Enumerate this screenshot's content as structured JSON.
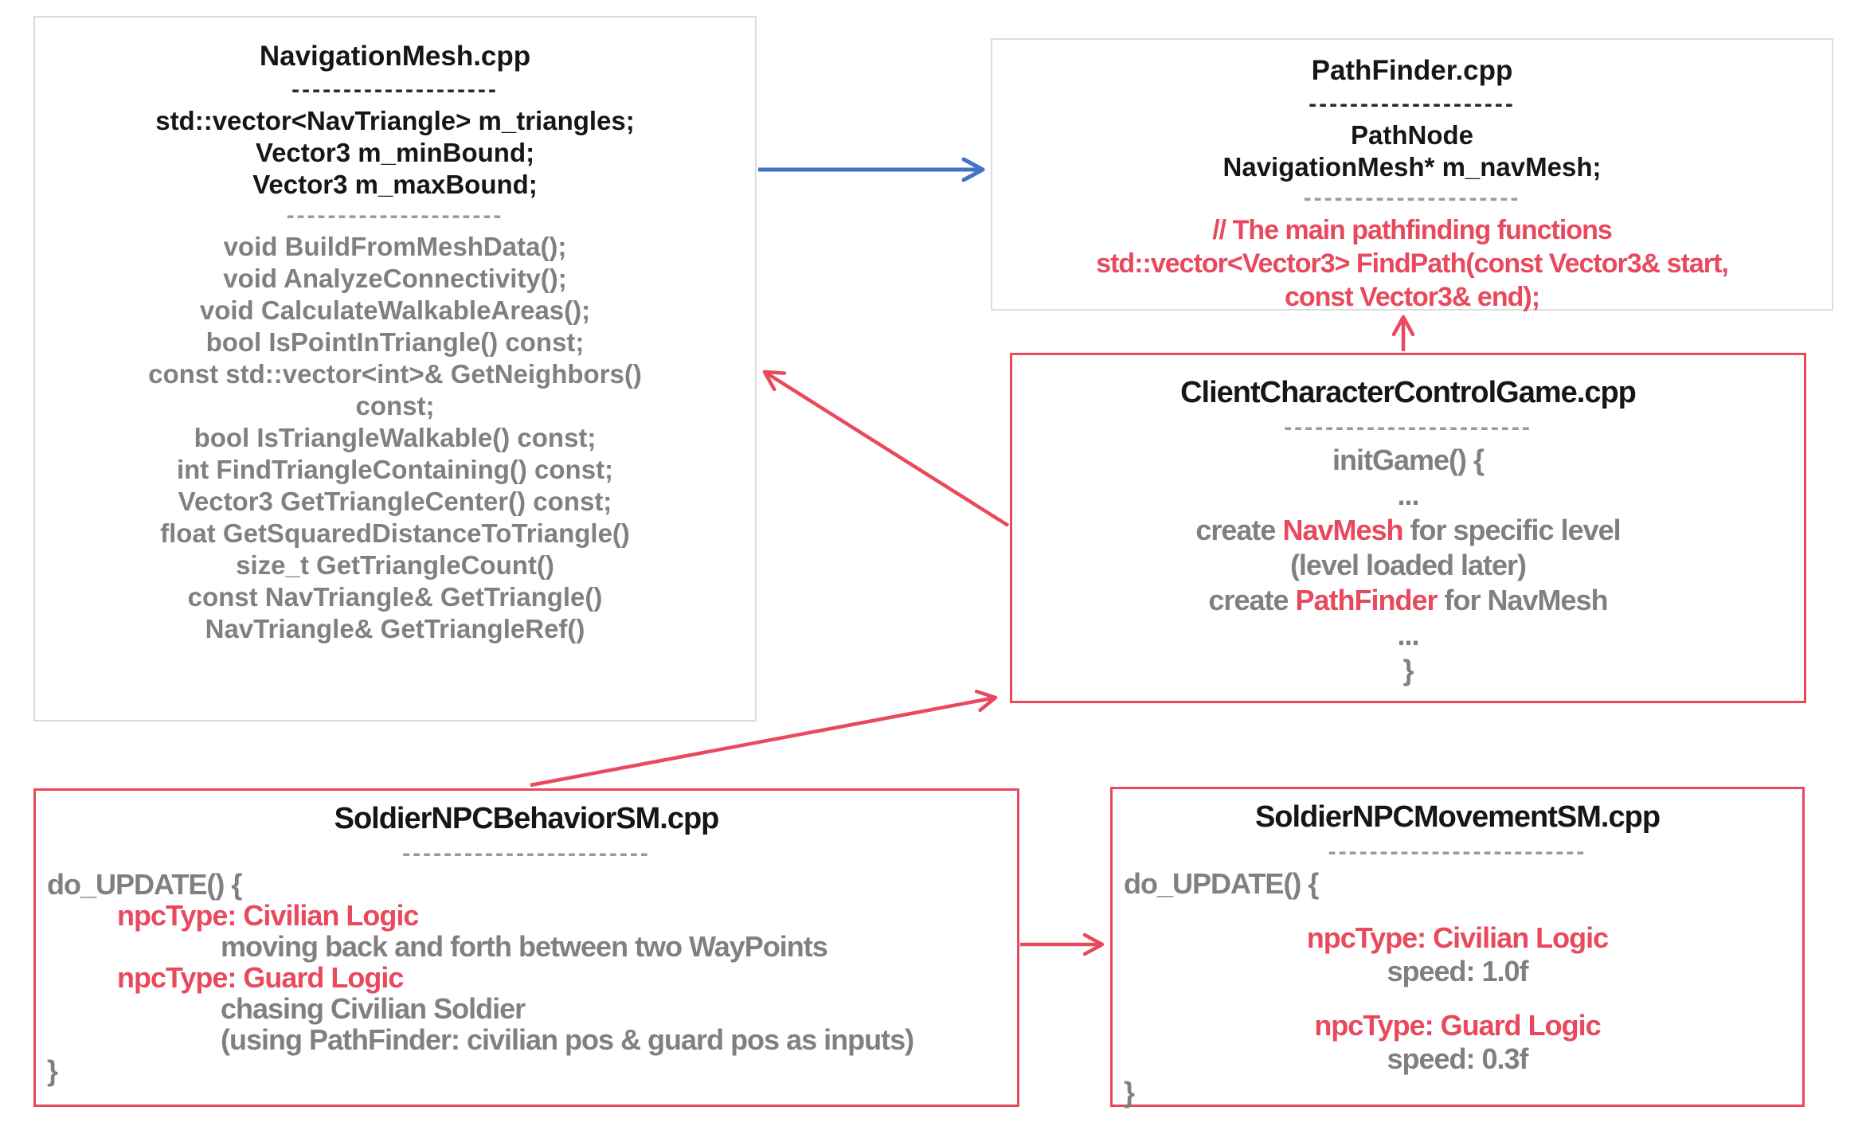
{
  "colors": {
    "accent_red": "#E8495C",
    "accent_blue": "#4472C4",
    "gray_text": "#808080",
    "black_text": "#161616",
    "gray_border": "#DCDCDC"
  },
  "boxes": {
    "navigation_mesh": {
      "title": "NavigationMesh.cpp",
      "title_divider": "--------------------",
      "members": [
        "std::vector<NavTriangle> m_triangles;",
        "Vector3 m_minBound;",
        "Vector3 m_maxBound;"
      ],
      "section_divider": "---------------------",
      "methods": [
        "void BuildFromMeshData();",
        "void AnalyzeConnectivity();",
        "void CalculateWalkableAreas();",
        "bool IsPointInTriangle() const;",
        "const std::vector<int>& GetNeighbors()",
        "const;",
        "bool IsTriangleWalkable() const;",
        "int FindTriangleContaining() const;",
        "Vector3 GetTriangleCenter() const;",
        "float GetSquaredDistanceToTriangle()",
        "size_t GetTriangleCount()",
        "const NavTriangle& GetTriangle()",
        "NavTriangle& GetTriangleRef()"
      ]
    },
    "path_finder": {
      "title": "PathFinder.cpp",
      "title_divider": "--------------------",
      "members": [
        "PathNode",
        "NavigationMesh* m_navMesh;"
      ],
      "section_divider": "---------------------",
      "red_lines": [
        "// The main pathfinding functions",
        "std::vector<Vector3> FindPath(const Vector3& start,",
        "const Vector3& end);"
      ]
    },
    "client_game": {
      "title": "ClientCharacterControlGame.cpp",
      "title_divider": "------------------------",
      "line_initgame": "initGame() {",
      "ellipsis1": "...",
      "create_navmesh": {
        "prefix": "create ",
        "highlight": "NavMesh",
        "suffix": " for specific level"
      },
      "line_level": "(level loaded later)",
      "create_pathfinder": {
        "prefix": "create ",
        "highlight": "PathFinder",
        "suffix": " for NavMesh"
      },
      "ellipsis2": "...",
      "closing_brace": "}"
    },
    "behavior_sm": {
      "title": "SoldierNPCBehaviorSM.cpp",
      "title_divider": "------------------------",
      "line_do_update": "do_UPDATE() {",
      "civilian_label": "npcType: Civilian Logic",
      "civilian_desc": "moving back and forth between two WayPoints",
      "guard_label": "npcType: Guard Logic",
      "guard_desc1": "chasing Civilian Soldier",
      "guard_desc2": "(using PathFinder: civilian pos & guard pos as inputs)",
      "closing_brace": "}"
    },
    "movement_sm": {
      "title": "SoldierNPCMovementSM.cpp",
      "title_divider": "-------------------------",
      "line_do_update": "do_UPDATE() {",
      "civilian_label": "npcType: Civilian Logic",
      "civilian_speed": "speed: 1.0f",
      "guard_label": "npcType: Guard Logic",
      "guard_speed": "speed: 0.3f",
      "closing_brace": "}"
    }
  },
  "arrows": [
    {
      "id": "navmesh-to-pathfinder",
      "color": "#4472C4"
    },
    {
      "id": "clientgame-to-pathfinder",
      "color": "#E8495C"
    },
    {
      "id": "clientgame-to-navmesh",
      "color": "#E8495C"
    },
    {
      "id": "behaviorsm-to-clientgame",
      "color": "#E8495C"
    },
    {
      "id": "behaviorsm-to-movementsm",
      "color": "#E8495C"
    }
  ]
}
